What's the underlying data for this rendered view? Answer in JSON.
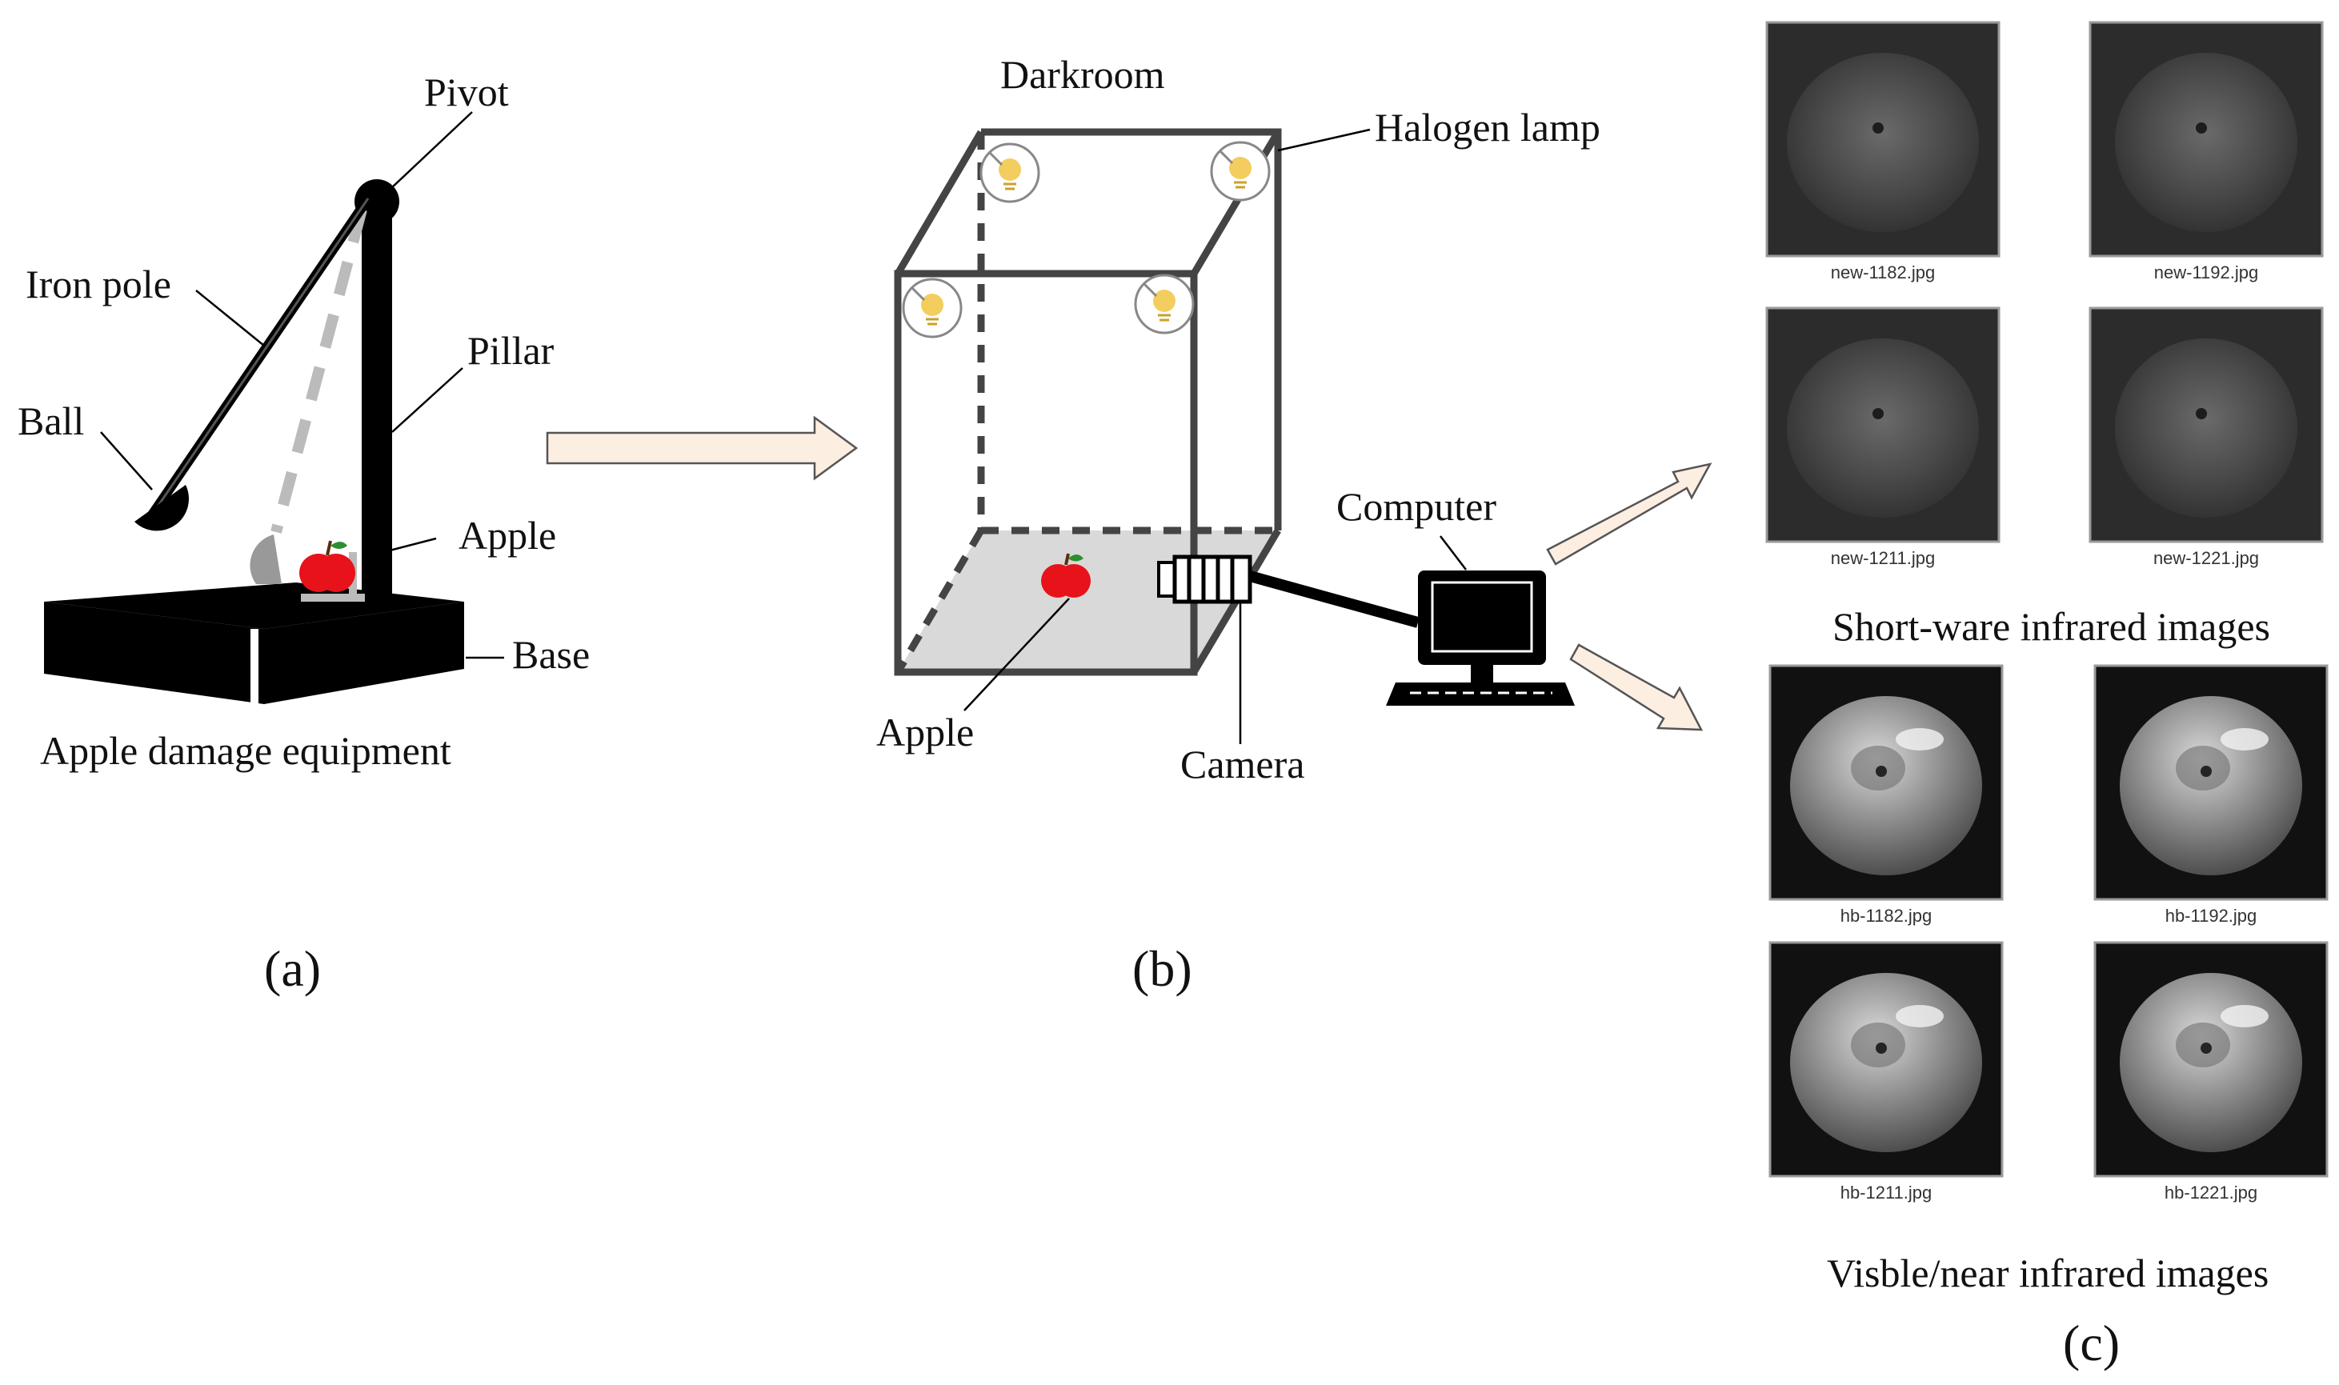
{
  "panel_a": {
    "labels": {
      "pivot": "Pivot",
      "iron_pole": "Iron pole",
      "pillar": "Pillar",
      "ball": "Ball",
      "apple": "Apple",
      "base": "Base"
    },
    "title": "Apple damage equipment",
    "caption": "(a)"
  },
  "panel_b": {
    "labels": {
      "darkroom": "Darkroom",
      "halogen_lamp": "Halogen lamp",
      "computer": "Computer",
      "apple": "Apple",
      "camera": "Camera"
    },
    "caption": "(b)"
  },
  "panel_c": {
    "swir_images": [
      "new-1182.jpg",
      "new-1192.jpg",
      "new-1211.jpg",
      "new-1221.jpg"
    ],
    "swir_title": "Short-ware infrared images",
    "vnir_images": [
      "hb-1182.jpg",
      "hb-1192.jpg",
      "hb-1211.jpg",
      "hb-1221.jpg"
    ],
    "vnir_title": "Visble/near infrared images",
    "caption": "(c)"
  },
  "colors": {
    "apple": "#e8121b",
    "arrow_fill": "#fdeee2",
    "arrow_stroke": "#555555",
    "frame": "#444444",
    "floor": "#d9d9d9",
    "bulb": "#f2c94c"
  },
  "icons": {
    "bulb": "light-bulb-icon",
    "camera": "camera-icon",
    "computer": "computer-icon",
    "apple": "apple-icon"
  }
}
